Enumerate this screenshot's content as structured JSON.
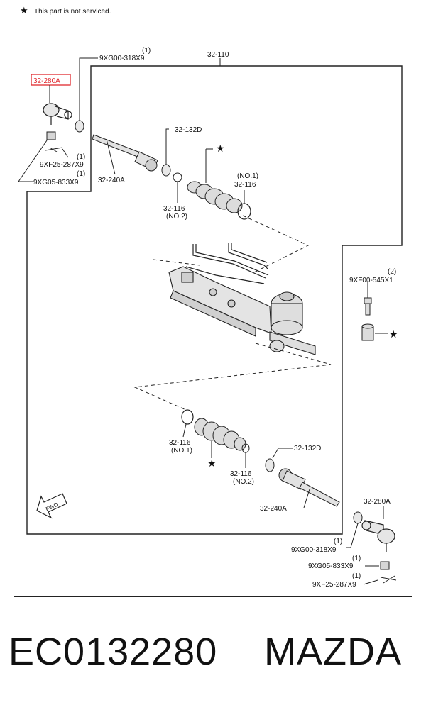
{
  "notice": {
    "symbol": "★",
    "text": "This part is not serviced."
  },
  "labels": {
    "group_top": "32-110",
    "tie_rod_end_left": "32-280A",
    "nut_left_qty": "(1)",
    "nut_left": "9XG00-318X9",
    "cotter_left_qty": "(1)",
    "cotter_left": "9XF25-287X9",
    "castle_nut_left_qty": "(1)",
    "castle_nut_left": "9XG05-833X9",
    "tie_rod_left": "32-240A",
    "locknut_upper": "32-132D",
    "boot_star_upper": "★",
    "clamp_no1_upper_tag": "(NO.1)",
    "clamp_no1_upper": "32-116",
    "clamp_no2_upper": "32-116",
    "clamp_no2_upper_tag": "(NO.2)",
    "bolt_qty": "(2)",
    "bolt": "9XF00-545X1",
    "bushing_star": "★",
    "clamp_no1_lower": "32-116",
    "clamp_no1_lower_tag": "(NO.1)",
    "boot_star_lower": "★",
    "clamp_no2_lower": "32-116",
    "clamp_no2_lower_tag": "(NO.2)",
    "locknut_lower": "32-132D",
    "tie_rod_right": "32-240A",
    "tie_rod_end_right": "32-280A",
    "nut_right_qty": "(1)",
    "nut_right": "9XG00-318X9",
    "castle_nut_right_qty": "(1)",
    "castle_nut_right": "9XG05-833X9",
    "cotter_right_qty": "(1)",
    "cotter_right": "9XF25-287X9",
    "fwd": "FWD"
  },
  "highlight_color": "#e0282e",
  "footer": {
    "part_number": "EC0132280",
    "brand": "MAZDA"
  }
}
